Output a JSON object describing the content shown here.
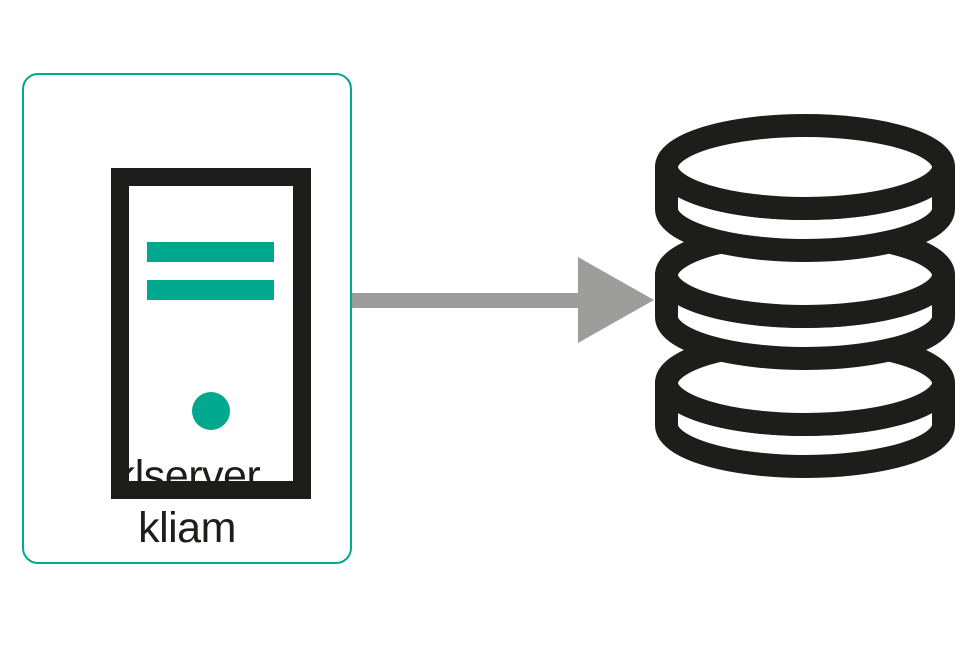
{
  "diagram": {
    "server_node": {
      "icon": "server-tower-icon",
      "label_line1": "klserver",
      "label_line2": "kliam"
    },
    "connector": {
      "icon": "arrow-right-icon",
      "direction": "right",
      "from": "server_node",
      "to": "database_node"
    },
    "database_node": {
      "icon": "database-cylinder-icon",
      "disk_count": 3
    },
    "colors": {
      "teal": "#00A88E",
      "black": "#1D1D1B",
      "gray": "#9D9D9C",
      "bg": "#FFFFFF"
    }
  }
}
